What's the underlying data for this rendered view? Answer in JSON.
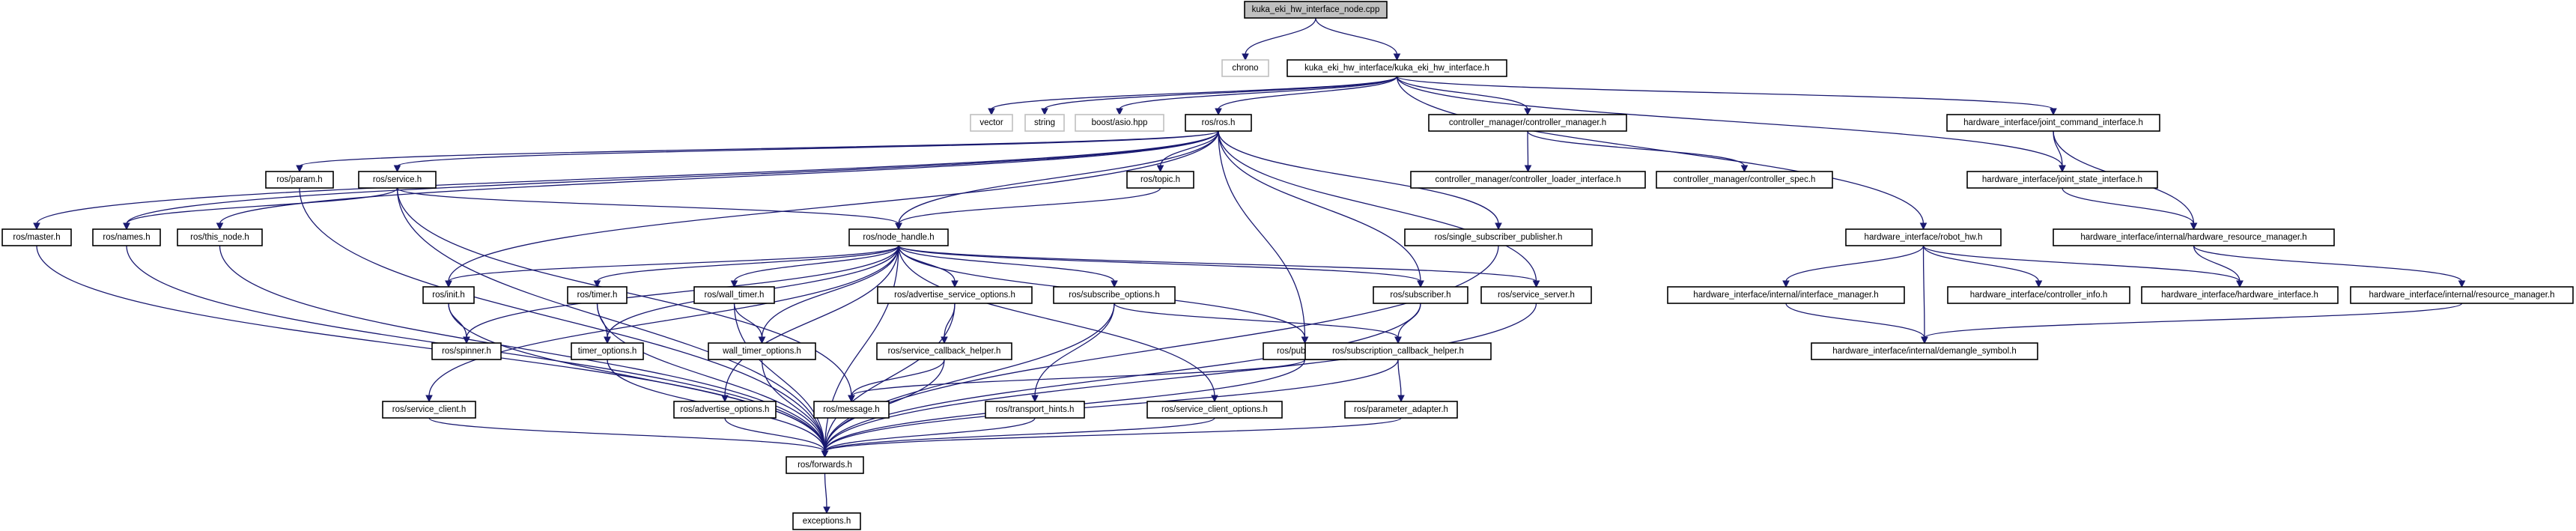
{
  "diagram": {
    "nodes": [
      {
        "id": "root",
        "label": "kuka_eki_hw_interface_node.cpp"
      },
      {
        "id": "chrono",
        "label": "chrono"
      },
      {
        "id": "kuka_h",
        "label": "kuka_eki_hw_interface/kuka_eki_hw_interface.h"
      },
      {
        "id": "vector",
        "label": "vector"
      },
      {
        "id": "string",
        "label": "string"
      },
      {
        "id": "asio",
        "label": "boost/asio.hpp"
      },
      {
        "id": "ros_h",
        "label": "ros/ros.h"
      },
      {
        "id": "cm_h",
        "label": "controller_manager/controller_manager.h"
      },
      {
        "id": "jci_h",
        "label": "hardware_interface/joint_command_interface.h"
      },
      {
        "id": "param_h",
        "label": "ros/param.h"
      },
      {
        "id": "service_h",
        "label": "ros/service.h"
      },
      {
        "id": "topic_h",
        "label": "ros/topic.h"
      },
      {
        "id": "cli_h",
        "label": "controller_manager/controller_loader_interface.h"
      },
      {
        "id": "cspec_h",
        "label": "controller_manager/controller_spec.h"
      },
      {
        "id": "jsi_h",
        "label": "hardware_interface/joint_state_interface.h"
      },
      {
        "id": "master_h",
        "label": "ros/master.h"
      },
      {
        "id": "names_h",
        "label": "ros/names.h"
      },
      {
        "id": "thisnode_h",
        "label": "ros/this_node.h"
      },
      {
        "id": "nh_h",
        "label": "ros/node_handle.h"
      },
      {
        "id": "ssp_h",
        "label": "ros/single_subscriber_publisher.h"
      },
      {
        "id": "robothw_h",
        "label": "hardware_interface/robot_hw.h"
      },
      {
        "id": "hrm_h",
        "label": "hardware_interface/internal/hardware_resource_manager.h"
      },
      {
        "id": "init_h",
        "label": "ros/init.h"
      },
      {
        "id": "timer_h",
        "label": "ros/timer.h"
      },
      {
        "id": "walltimer_h",
        "label": "ros/wall_timer.h"
      },
      {
        "id": "aso_h",
        "label": "ros/advertise_service_options.h"
      },
      {
        "id": "subopt_h",
        "label": "ros/subscribe_options.h"
      },
      {
        "id": "subscriber_h",
        "label": "ros/subscriber.h"
      },
      {
        "id": "srvserver_h",
        "label": "ros/service_server.h"
      },
      {
        "id": "ifmgr_h",
        "label": "hardware_interface/internal/interface_manager.h"
      },
      {
        "id": "ctrlinfo_h",
        "label": "hardware_interface/controller_info.h"
      },
      {
        "id": "hwi_h",
        "label": "hardware_interface/hardware_interface.h"
      },
      {
        "id": "resmgr_h",
        "label": "hardware_interface/internal/resource_manager.h"
      },
      {
        "id": "spinner_h",
        "label": "ros/spinner.h"
      },
      {
        "id": "timeropt_h",
        "label": "timer_options.h"
      },
      {
        "id": "walltimeropt_h",
        "label": "wall_timer_options.h"
      },
      {
        "id": "sch_h",
        "label": "ros/service_callback_helper.h"
      },
      {
        "id": "publisher_h",
        "label": "ros/publisher.h"
      },
      {
        "id": "subcb_h",
        "label": "ros/subscription_callback_helper.h"
      },
      {
        "id": "demangle_h",
        "label": "hardware_interface/internal/demangle_symbol.h"
      },
      {
        "id": "srvclient_h",
        "label": "ros/service_client.h"
      },
      {
        "id": "advopt_h",
        "label": "ros/advertise_options.h"
      },
      {
        "id": "message_h",
        "label": "ros/message.h"
      },
      {
        "id": "transport_h",
        "label": "ros/transport_hints.h"
      },
      {
        "id": "sco_h",
        "label": "ros/service_client_options.h"
      },
      {
        "id": "padapter_h",
        "label": "ros/parameter_adapter.h"
      },
      {
        "id": "forwards_h",
        "label": "ros/forwards.h"
      },
      {
        "id": "exceptions_h",
        "label": "exceptions.h"
      }
    ],
    "edges": [
      [
        "root",
        "chrono"
      ],
      [
        "root",
        "kuka_h"
      ],
      [
        "kuka_h",
        "vector"
      ],
      [
        "kuka_h",
        "string"
      ],
      [
        "kuka_h",
        "asio"
      ],
      [
        "kuka_h",
        "ros_h"
      ],
      [
        "kuka_h",
        "cm_h"
      ],
      [
        "kuka_h",
        "jci_h"
      ],
      [
        "kuka_h",
        "jsi_h"
      ],
      [
        "kuka_h",
        "robothw_h"
      ],
      [
        "ros_h",
        "param_h"
      ],
      [
        "ros_h",
        "service_h"
      ],
      [
        "ros_h",
        "topic_h"
      ],
      [
        "ros_h",
        "master_h"
      ],
      [
        "ros_h",
        "names_h"
      ],
      [
        "ros_h",
        "thisnode_h"
      ],
      [
        "ros_h",
        "nh_h"
      ],
      [
        "ros_h",
        "ssp_h"
      ],
      [
        "ros_h",
        "init_h"
      ],
      [
        "ros_h",
        "publisher_h"
      ],
      [
        "ros_h",
        "subscriber_h"
      ],
      [
        "ros_h",
        "srvserver_h"
      ],
      [
        "cm_h",
        "cli_h"
      ],
      [
        "cm_h",
        "cspec_h"
      ],
      [
        "jci_h",
        "jsi_h"
      ],
      [
        "jci_h",
        "hrm_h"
      ],
      [
        "jsi_h",
        "hrm_h"
      ],
      [
        "param_h",
        "forwards_h"
      ],
      [
        "service_h",
        "names_h"
      ],
      [
        "service_h",
        "nh_h"
      ],
      [
        "service_h",
        "message_h"
      ],
      [
        "service_h",
        "forwards_h"
      ],
      [
        "topic_h",
        "nh_h"
      ],
      [
        "master_h",
        "forwards_h"
      ],
      [
        "names_h",
        "forwards_h"
      ],
      [
        "thisnode_h",
        "forwards_h"
      ],
      [
        "ssp_h",
        "forwards_h"
      ],
      [
        "nh_h",
        "init_h"
      ],
      [
        "nh_h",
        "timer_h"
      ],
      [
        "nh_h",
        "walltimer_h"
      ],
      [
        "nh_h",
        "aso_h"
      ],
      [
        "nh_h",
        "subopt_h"
      ],
      [
        "nh_h",
        "subscriber_h"
      ],
      [
        "nh_h",
        "srvserver_h"
      ],
      [
        "nh_h",
        "spinner_h"
      ],
      [
        "nh_h",
        "timeropt_h"
      ],
      [
        "nh_h",
        "walltimeropt_h"
      ],
      [
        "nh_h",
        "publisher_h"
      ],
      [
        "nh_h",
        "srvclient_h"
      ],
      [
        "nh_h",
        "advopt_h"
      ],
      [
        "nh_h",
        "sco_h"
      ],
      [
        "nh_h",
        "forwards_h"
      ],
      [
        "robothw_h",
        "ifmgr_h"
      ],
      [
        "robothw_h",
        "ctrlinfo_h"
      ],
      [
        "robothw_h",
        "hwi_h"
      ],
      [
        "robothw_h",
        "demangle_h"
      ],
      [
        "hrm_h",
        "hwi_h"
      ],
      [
        "hrm_h",
        "resmgr_h"
      ],
      [
        "init_h",
        "spinner_h"
      ],
      [
        "init_h",
        "forwards_h"
      ],
      [
        "timer_h",
        "timeropt_h"
      ],
      [
        "timer_h",
        "forwards_h"
      ],
      [
        "walltimer_h",
        "walltimeropt_h"
      ],
      [
        "walltimer_h",
        "forwards_h"
      ],
      [
        "aso_h",
        "sch_h"
      ],
      [
        "aso_h",
        "forwards_h"
      ],
      [
        "subopt_h",
        "subcb_h"
      ],
      [
        "subopt_h",
        "transport_h"
      ],
      [
        "subopt_h",
        "forwards_h"
      ],
      [
        "subscriber_h",
        "subcb_h"
      ],
      [
        "subscriber_h",
        "forwards_h"
      ],
      [
        "srvserver_h",
        "forwards_h"
      ],
      [
        "ifmgr_h",
        "demangle_h"
      ],
      [
        "resmgr_h",
        "demangle_h"
      ],
      [
        "timeropt_h",
        "forwards_h"
      ],
      [
        "walltimeropt_h",
        "forwards_h"
      ],
      [
        "sch_h",
        "message_h"
      ],
      [
        "sch_h",
        "forwards_h"
      ],
      [
        "publisher_h",
        "message_h"
      ],
      [
        "publisher_h",
        "forwards_h"
      ],
      [
        "subcb_h",
        "padapter_h"
      ],
      [
        "subcb_h",
        "forwards_h"
      ],
      [
        "srvclient_h",
        "forwards_h"
      ],
      [
        "advopt_h",
        "forwards_h"
      ],
      [
        "transport_h",
        "forwards_h"
      ],
      [
        "sco_h",
        "forwards_h"
      ],
      [
        "padapter_h",
        "forwards_h"
      ],
      [
        "forwards_h",
        "exceptions_h"
      ]
    ]
  }
}
